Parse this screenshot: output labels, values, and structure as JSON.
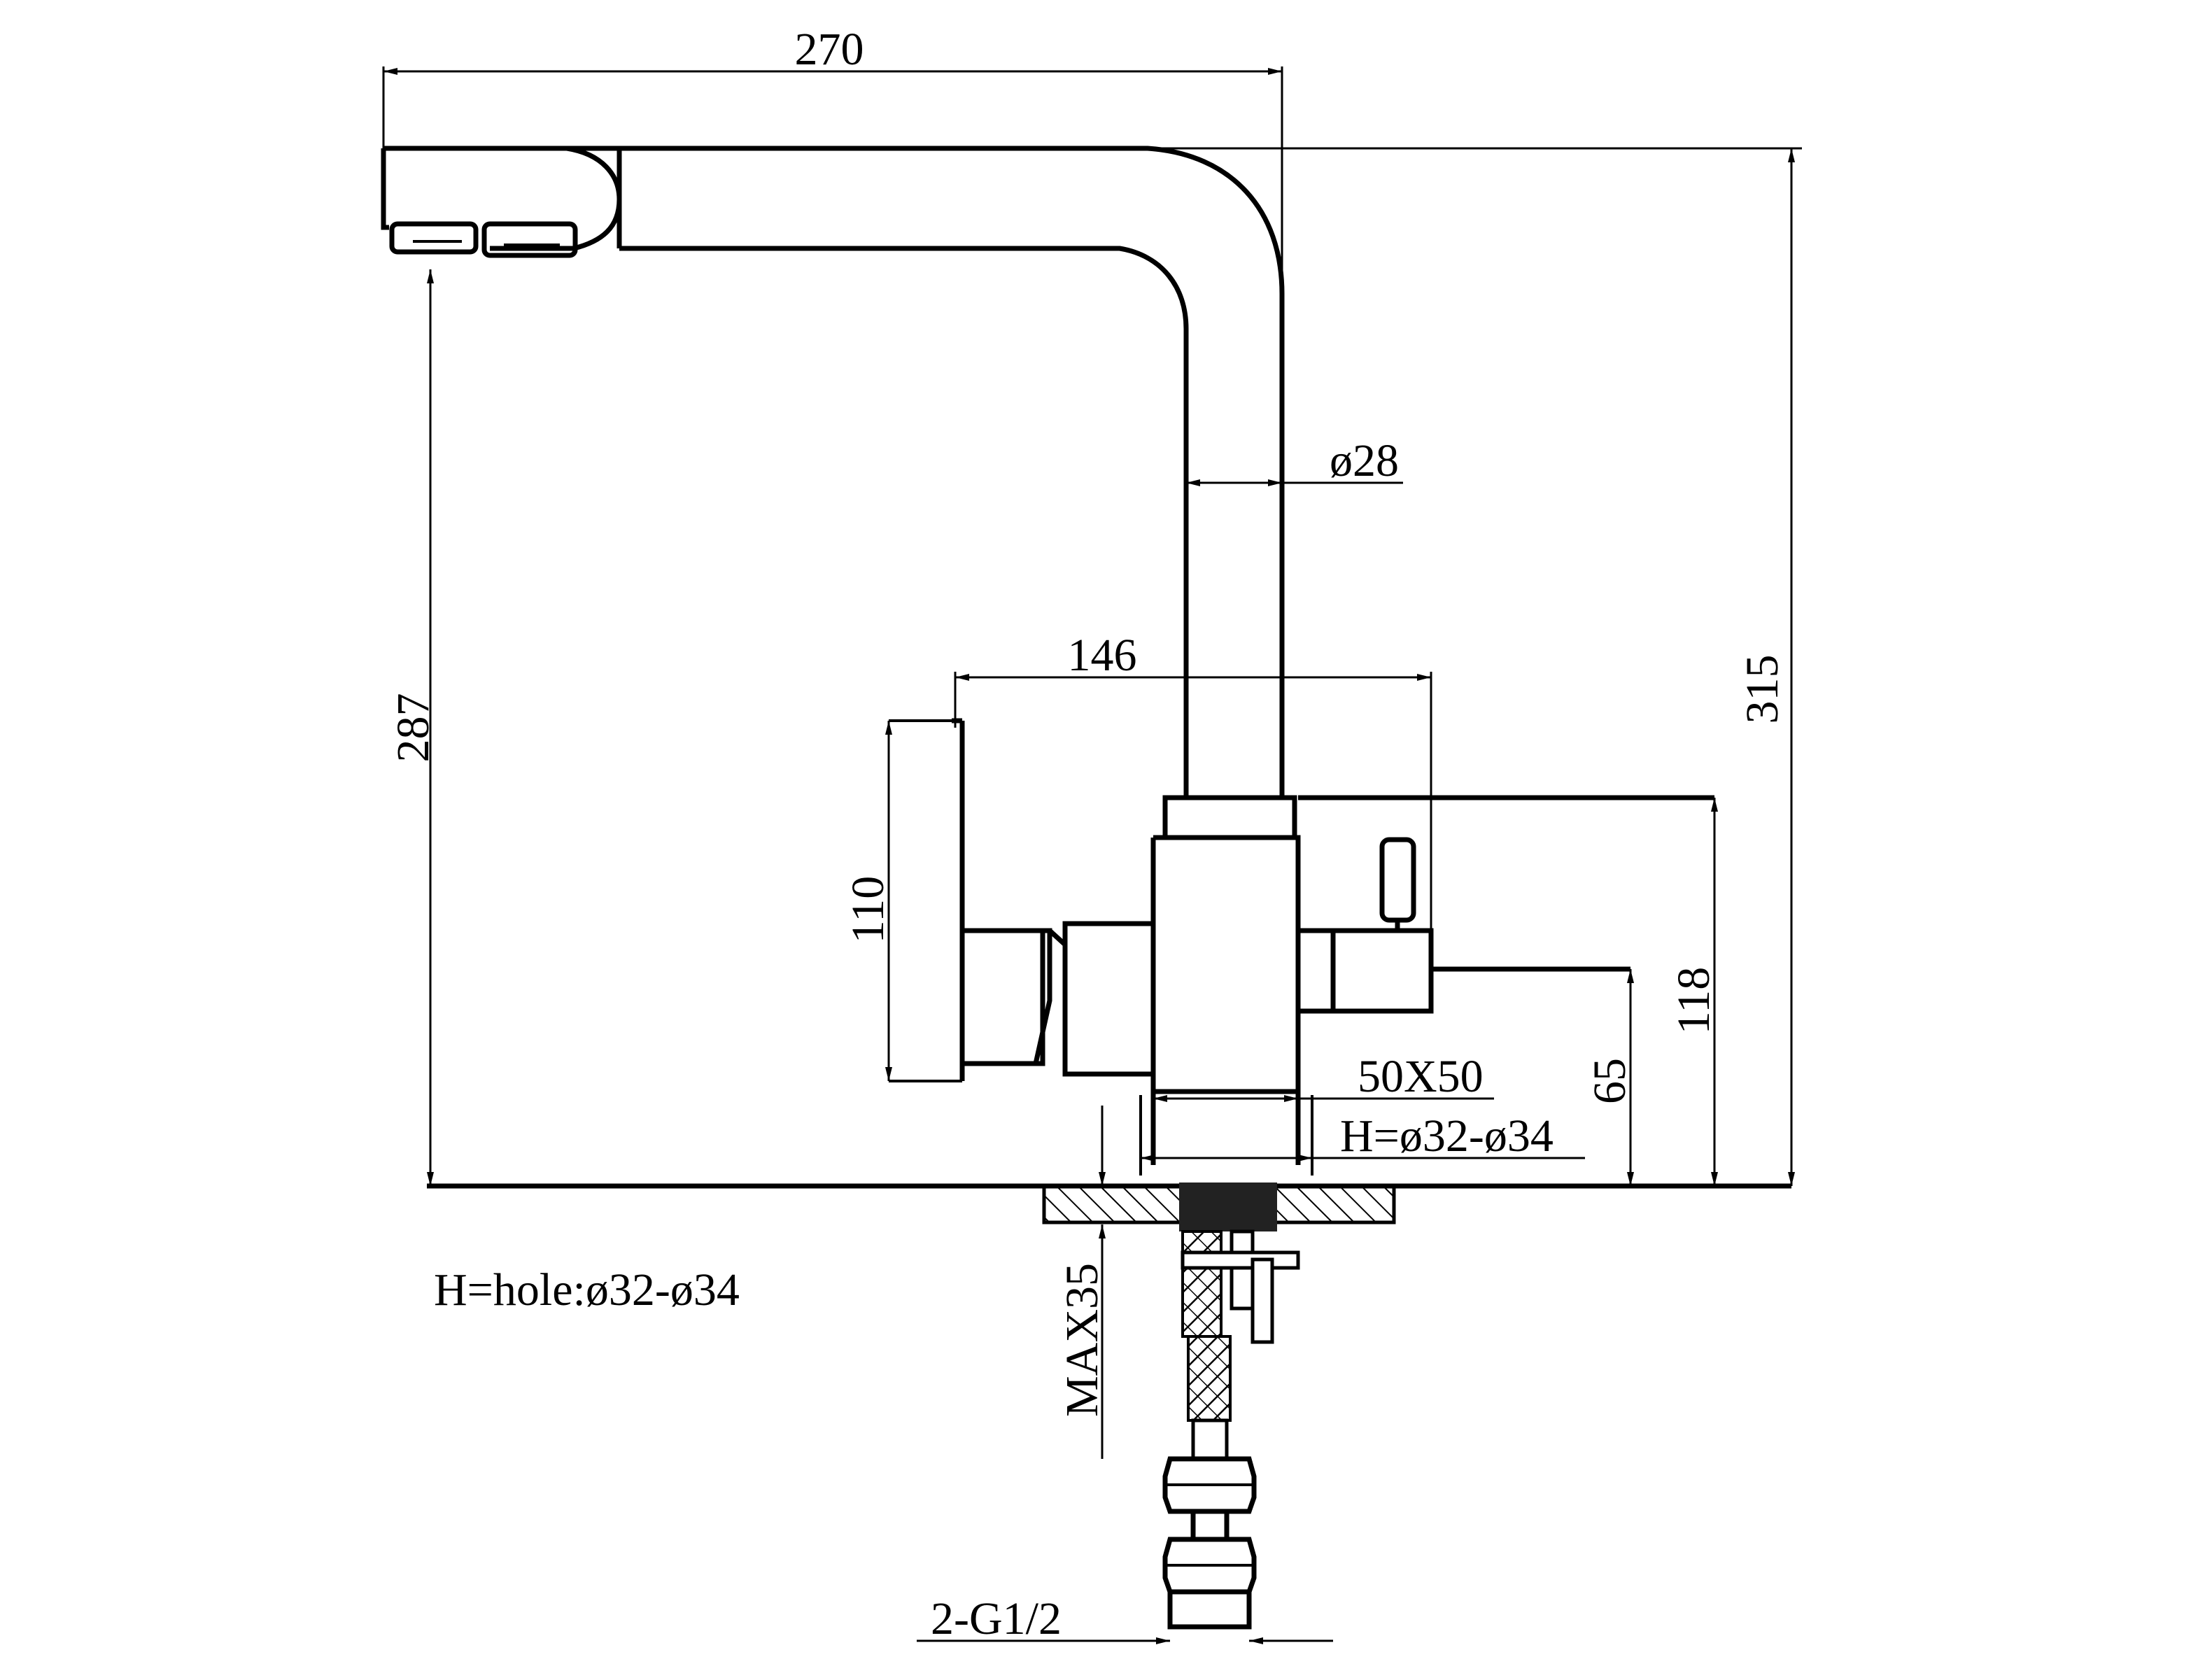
{
  "dimensions": {
    "overall_reach": "270",
    "overall_height": "315",
    "spout_height": "287",
    "body_diameter": "ø28",
    "handle_span": "146",
    "handle_height": "110",
    "body_height": "118",
    "side_outlet_height": "65",
    "base_size": "50X50",
    "hole_size": "H=ø32-ø34",
    "max_thickness": "MAX35",
    "connection": "2-G1/2"
  },
  "notes": {
    "hole_note": "H=hole:ø32-ø34"
  }
}
